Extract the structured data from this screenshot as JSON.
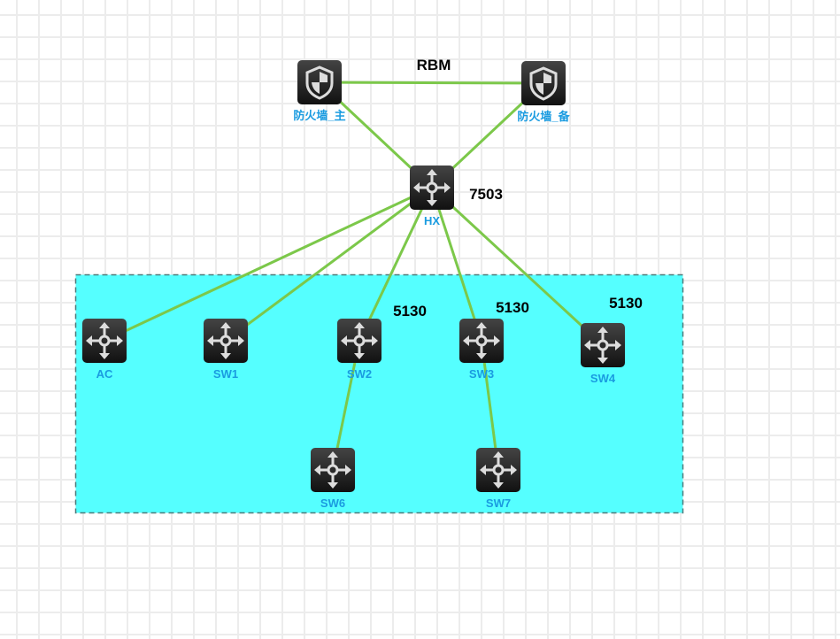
{
  "colors": {
    "link": "#7cc84a",
    "area_fill": "#55ffff",
    "area_border": "#4d7a7a",
    "label": "#1a9be0",
    "icon_bg": "#2a2a2a"
  },
  "nodes": [
    {
      "id": "fw_main",
      "label": "防火墙_主",
      "icon": "shield-firewall-icon"
    },
    {
      "id": "fw_backup",
      "label": "防火墙_备",
      "icon": "shield-firewall-icon"
    },
    {
      "id": "hx",
      "label": "HX",
      "icon": "switch-arrows-icon"
    },
    {
      "id": "ac",
      "label": "AC",
      "icon": "switch-arrows-icon"
    },
    {
      "id": "sw1",
      "label": "SW1",
      "icon": "switch-arrows-icon"
    },
    {
      "id": "sw2",
      "label": "SW2",
      "icon": "switch-arrows-icon"
    },
    {
      "id": "sw3",
      "label": "SW3",
      "icon": "switch-arrows-icon"
    },
    {
      "id": "sw4",
      "label": "SW4",
      "icon": "switch-arrows-icon"
    },
    {
      "id": "sw6",
      "label": "SW6",
      "icon": "switch-arrows-icon"
    },
    {
      "id": "sw7",
      "label": "SW7",
      "icon": "switch-arrows-icon"
    }
  ],
  "links": [
    [
      "fw_main",
      "fw_backup"
    ],
    [
      "fw_main",
      "hx"
    ],
    [
      "fw_backup",
      "hx"
    ],
    [
      "hx",
      "ac"
    ],
    [
      "hx",
      "sw1"
    ],
    [
      "hx",
      "sw2"
    ],
    [
      "hx",
      "sw3"
    ],
    [
      "hx",
      "sw4"
    ],
    [
      "sw2",
      "sw6"
    ],
    [
      "sw3",
      "sw7"
    ]
  ],
  "annotations": {
    "rbm": "RBM",
    "hx_model": "7503",
    "sw2_model": "5130",
    "sw3_model": "5130",
    "sw4_model": "5130"
  }
}
